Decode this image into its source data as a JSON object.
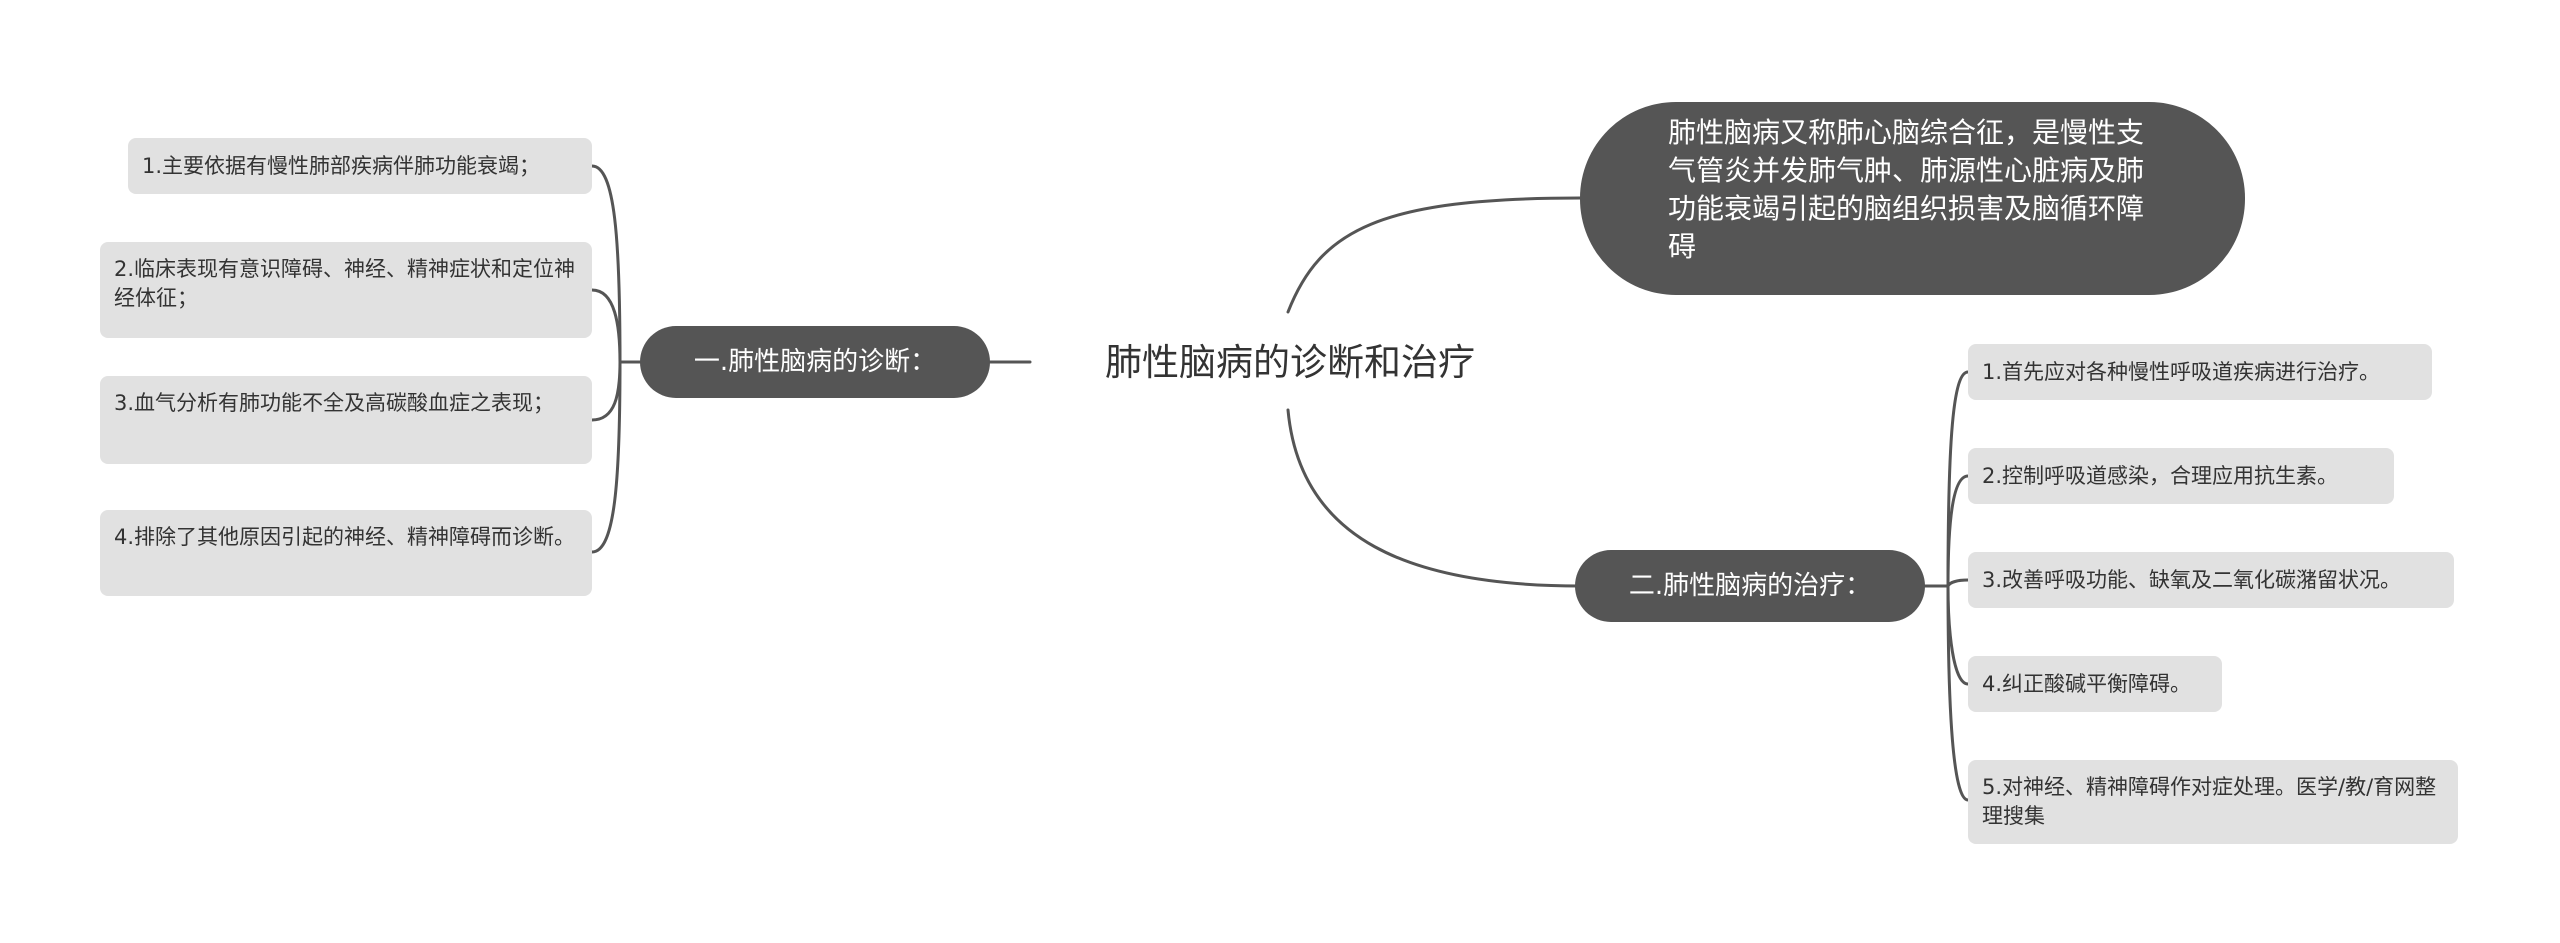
{
  "root": {
    "title": "肺性脑病的诊断和治疗"
  },
  "description": {
    "text": "肺性脑病又称肺心脑综合征，是慢性支气管炎并发肺气肿、肺源性心脏病及肺功能衰竭引起的脑组织损害及脑循环障碍"
  },
  "diagnosis": {
    "label": "一.肺性脑病的诊断：",
    "items": [
      "1.主要依据有慢性肺部疾病伴肺功能衰竭；",
      "2.临床表现有意识障碍、神经、精神症状和定位神经体征；",
      "3.血气分析有肺功能不全及高碳酸血症之表现；",
      "4.排除了其他原因引起的神经、精神障碍而诊断。"
    ]
  },
  "treatment": {
    "label": "二.肺性脑病的治疗：",
    "items": [
      "1.首先应对各种慢性呼吸道疾病进行治疗。",
      "2.控制呼吸道感染，合理应用抗生素。",
      "3.改善呼吸功能、缺氧及二氧化碳潴留状况。",
      "4.纠正酸碱平衡障碍。",
      "5.对神经、精神障碍作对症处理。医学/教/育网整理搜集"
    ]
  },
  "colors": {
    "branch_fill": "#555555",
    "leaf_fill": "#e1e1e1",
    "connector": "#555555",
    "text_dark": "#333333"
  }
}
